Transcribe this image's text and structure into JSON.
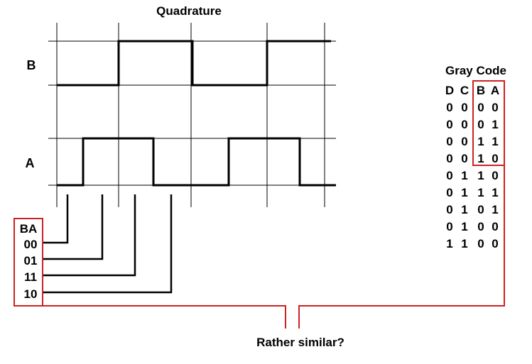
{
  "title": "Quadrature",
  "signals": [
    {
      "name": "B",
      "levels": [
        0,
        0,
        1,
        1,
        0,
        0,
        1,
        1
      ]
    },
    {
      "name": "A",
      "levels": [
        0,
        1,
        1,
        0,
        0,
        1,
        1,
        0
      ]
    }
  ],
  "legend": {
    "header": "BA",
    "states": [
      "00",
      "01",
      "11",
      "10"
    ]
  },
  "gray_code": {
    "title": "Gray Code",
    "columns": [
      "D",
      "C",
      "B",
      "A"
    ],
    "rows": [
      [
        "0",
        "0",
        "0",
        "0"
      ],
      [
        "0",
        "0",
        "0",
        "1"
      ],
      [
        "0",
        "0",
        "1",
        "1"
      ],
      [
        "0",
        "0",
        "1",
        "0"
      ],
      [
        "0",
        "1",
        "1",
        "0"
      ],
      [
        "0",
        "1",
        "1",
        "1"
      ],
      [
        "0",
        "1",
        "0",
        "1"
      ],
      [
        "0",
        "1",
        "0",
        "0"
      ],
      [
        "1",
        "1",
        "0",
        "0"
      ]
    ],
    "highlight_rows": 4
  },
  "caption": "Rather similar?",
  "colors": {
    "ink": "#000000",
    "grid": "#000000",
    "highlight": "#cc2222"
  }
}
